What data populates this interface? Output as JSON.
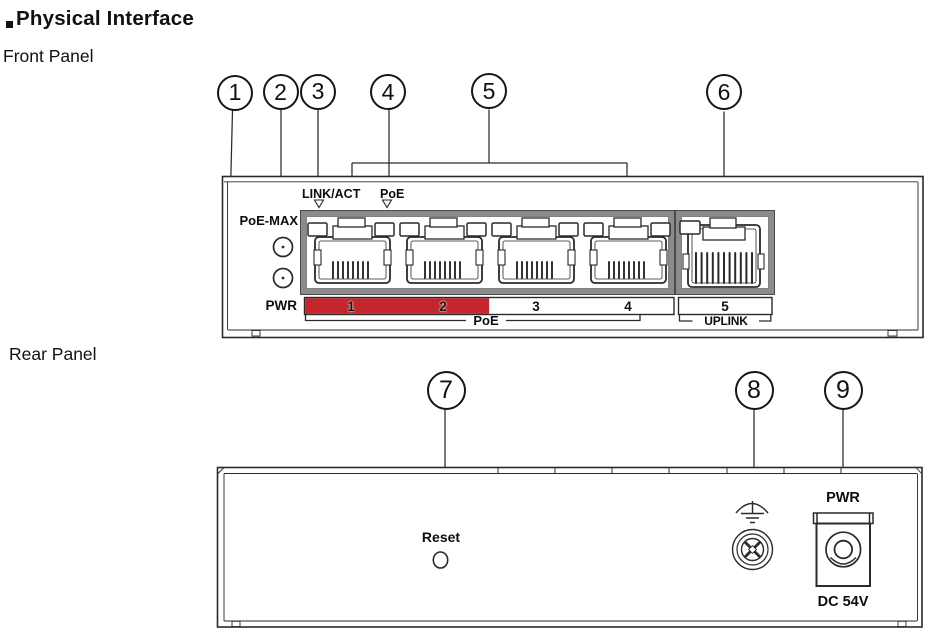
{
  "title": {
    "text": "Physical Interface"
  },
  "section_labels": {
    "front": "Front Panel",
    "rear": "Rear Panel"
  },
  "callouts": {
    "front": [
      "1",
      "2",
      "3",
      "4",
      "5",
      "6"
    ],
    "rear": [
      "7",
      "8",
      "9"
    ]
  },
  "front_panel": {
    "link_act_label": "LINK/ACT",
    "poe_led_label": "PoE",
    "poe_max_label": "PoE-MAX",
    "pwr_label": "PWR",
    "port_numbers": [
      "1",
      "2",
      "3",
      "4"
    ],
    "uplink_port_number": "5",
    "poe_group_label": "PoE",
    "uplink_group_label": "UPLINK"
  },
  "rear_panel": {
    "reset_label": "Reset",
    "pwr_label": "PWR",
    "dc_input_label": "DC 54V"
  },
  "colors": {
    "poe_highlight_red": "#c4262d",
    "panel_line": "#2a2a2a",
    "port_block_gray": "#8b8b8b"
  }
}
